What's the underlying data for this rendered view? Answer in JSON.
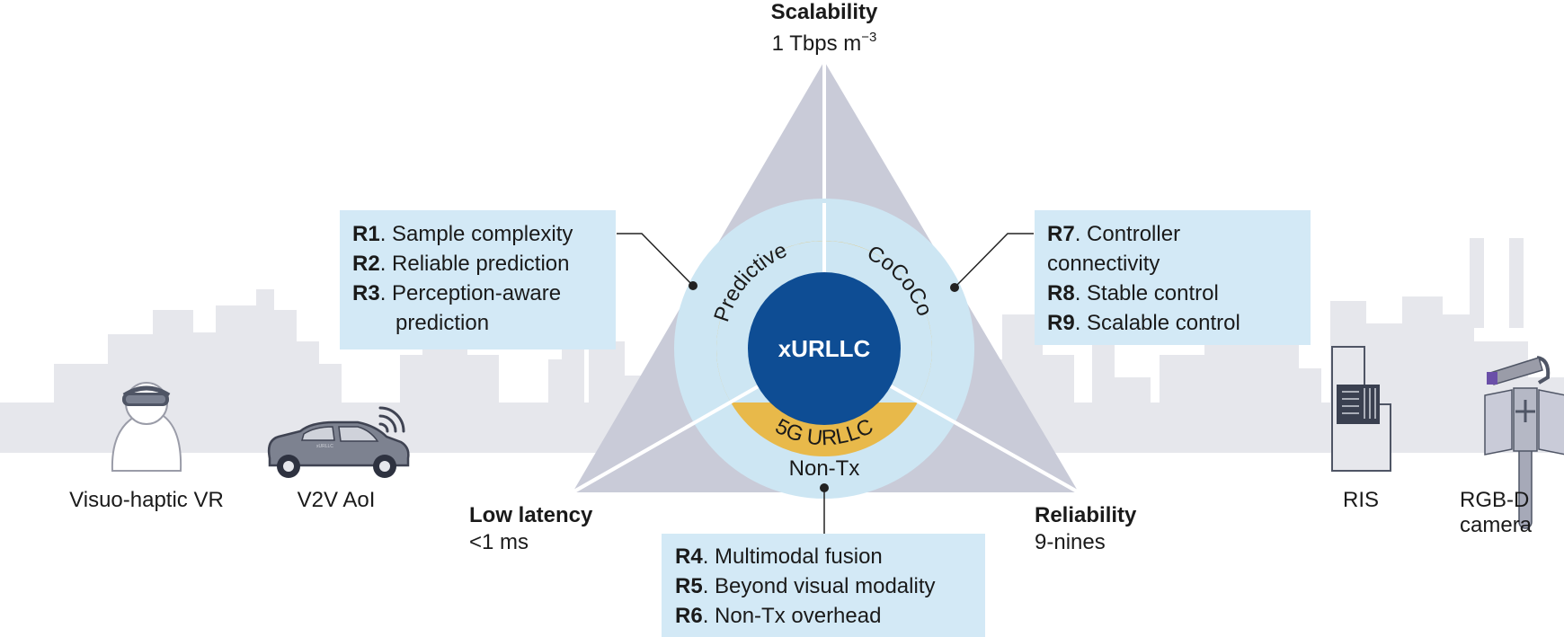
{
  "vertices": {
    "top": {
      "title": "Scalability",
      "value_main": "1 Tbps m",
      "value_sup": "−3"
    },
    "left": {
      "title": "Low latency",
      "value": "<1 ms"
    },
    "right": {
      "title": "Reliability",
      "value": "9-nines"
    }
  },
  "rings": {
    "center": "xURLLC",
    "inner_band": "5G URLLC",
    "outer_left": "Predictive",
    "outer_right": "CoCoCo",
    "outer_bottom": "Non-Tx"
  },
  "boxes": {
    "left": [
      {
        "id": "R1",
        "text": ". Sample complexity"
      },
      {
        "id": "R2",
        "text": ". Reliable prediction"
      },
      {
        "id": "R3",
        "text": ". Perception-aware"
      },
      {
        "id": "",
        "text": "prediction"
      }
    ],
    "right": [
      {
        "id": "R7",
        "text": ". Controller"
      },
      {
        "id": "",
        "text": "connectivity"
      },
      {
        "id": "R8",
        "text": ". Stable control"
      },
      {
        "id": "R9",
        "text": ". Scalable control"
      }
    ],
    "bottom": [
      {
        "id": "R4",
        "text": ". Multimodal fusion"
      },
      {
        "id": "R5",
        "text": ". Beyond visual modality"
      },
      {
        "id": "R6",
        "text": ". Non-Tx overhead"
      }
    ]
  },
  "applications": {
    "vr": "Visuo-haptic VR",
    "car": "V2V AoI",
    "car_badge": "xURLLC",
    "ris": "RIS",
    "camera_line1": "RGB-D",
    "camera_line2": "camera"
  },
  "colors": {
    "skyline": "#e6e7ec",
    "triangle": "#c9cbd8",
    "ring_light": "#cde6f3",
    "core": "#0e4d94",
    "band": "#e8b94a",
    "box": "#d3e9f6"
  }
}
